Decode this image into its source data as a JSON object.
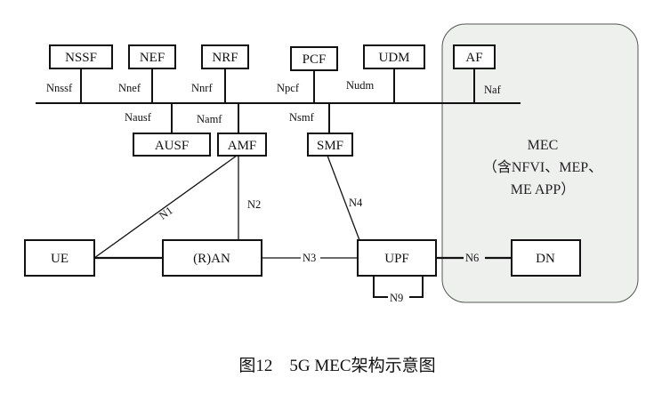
{
  "mec": {
    "line1": "MEC",
    "line2": "（含NFVI、MEP、",
    "line3": "ME APP）",
    "fill": "#eef0ee"
  },
  "nodes": {
    "nssf": "NSSF",
    "nef": "NEF",
    "nrf": "NRF",
    "pcf": "PCF",
    "udm": "UDM",
    "af": "AF",
    "ausf": "AUSF",
    "amf": "AMF",
    "smf": "SMF",
    "ue": "UE",
    "ran": "(R)AN",
    "upf": "UPF",
    "dn": "DN"
  },
  "interfaces": {
    "nnssf": "Nnssf",
    "nnef": "Nnef",
    "nnrf": "Nnrf",
    "npcf": "Npcf",
    "nudm": "Nudm",
    "naf": "Naf",
    "nausf": "Nausf",
    "namf": "Namf",
    "nsmf": "Nsmf",
    "n1": "N1",
    "n2": "N2",
    "n3": "N3",
    "n4": "N4",
    "n6": "N6",
    "n9": "N9"
  },
  "caption": "图12　5G MEC架构示意图"
}
